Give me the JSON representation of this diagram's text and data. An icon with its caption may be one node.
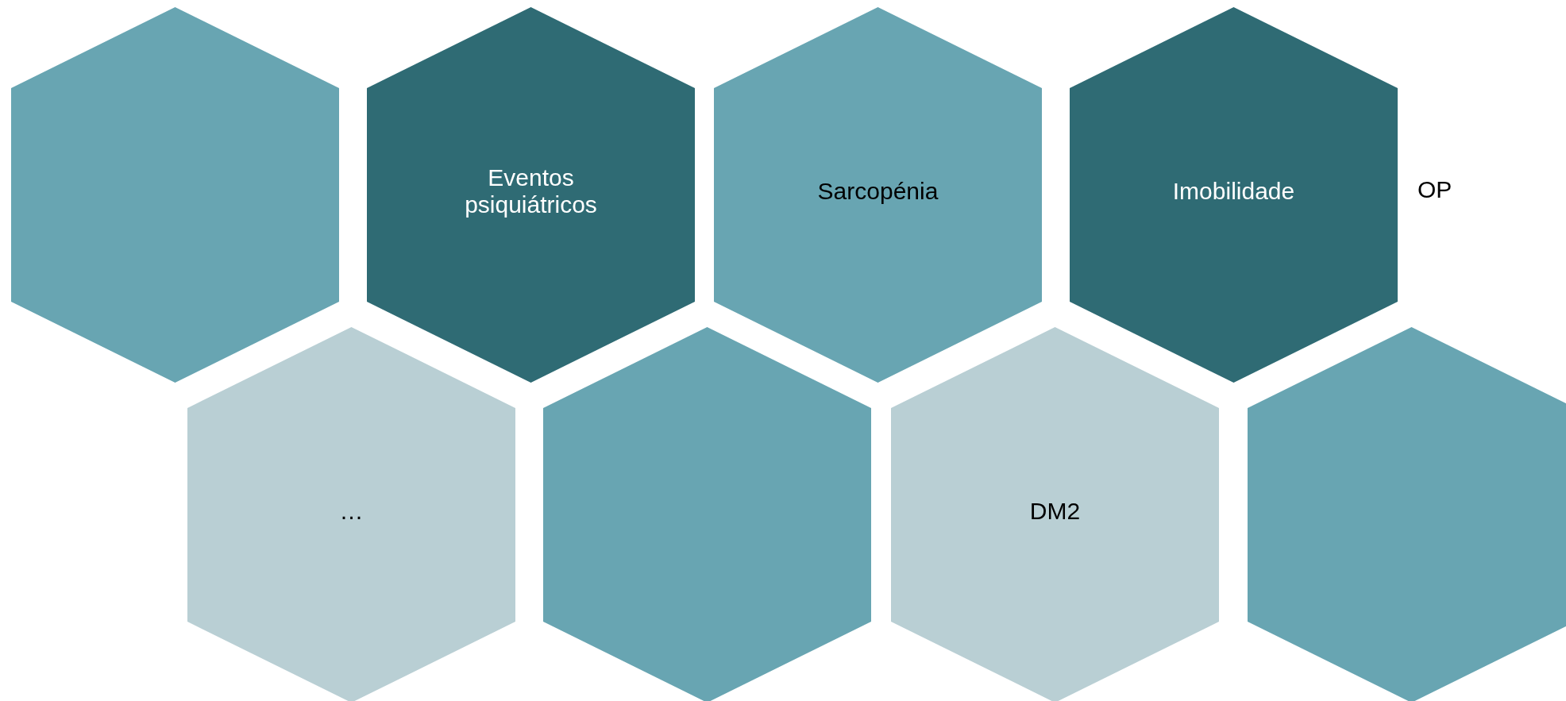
{
  "diagram": {
    "nodes": [
      {
        "text": [],
        "shape": "hexagon"
      },
      {
        "text": [
          "Eventos psiquiátricos"
        ]
      },
      {
        "text": [
          "Sarcopénia"
        ]
      },
      {
        "text": [
          "Imobilidade"
        ]
      },
      {
        "text": [
          "…"
        ]
      },
      {
        "text": [],
        "shape": "hexagon"
      },
      {
        "text": [
          "DM2"
        ]
      },
      {
        "text": [],
        "shape": "hexagon"
      }
    ],
    "edges": [],
    "labels": [
      "OP"
    ]
  }
}
